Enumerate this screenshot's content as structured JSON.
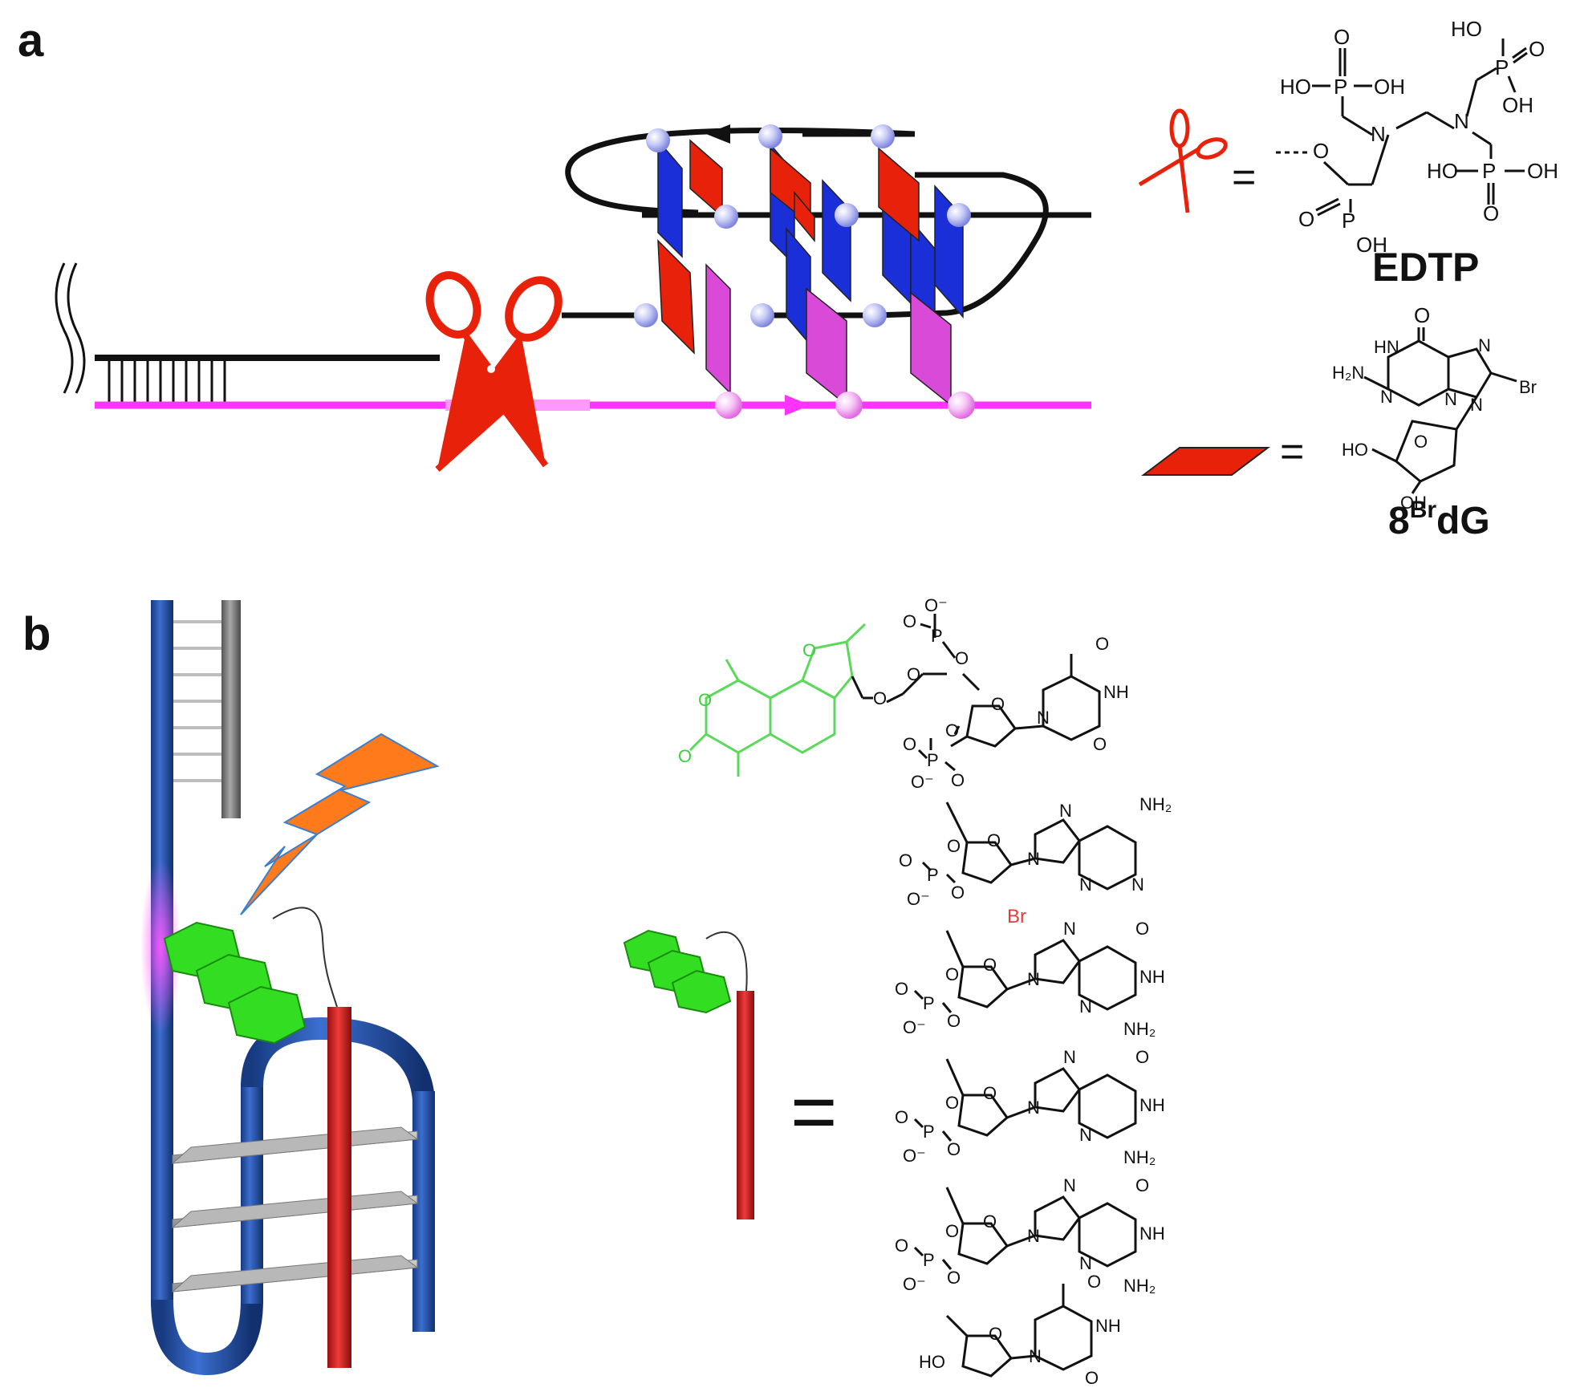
{
  "panel_a": {
    "label": "a",
    "edtp": {
      "name": "EDTP",
      "atoms": {
        "o_top1": "O",
        "p1": "P",
        "ho1": "HO",
        "oh1": "OH",
        "n1": "N",
        "n2": "N",
        "ho2": "HO",
        "p2": "P",
        "o2": "O",
        "oh2": "OH",
        "o_link": "O",
        "p3": "P",
        "o3": "O",
        "oh3": "OH",
        "ho4": "HO",
        "p4": "P",
        "oh4": "OH",
        "o4": "O"
      },
      "equals": "="
    },
    "br_dg": {
      "name_main": "8",
      "name_sup": "Br",
      "name_end": "dG",
      "equals": "=",
      "atoms": {
        "o_carbonyl": "O",
        "hn": "HN",
        "h2n": "H₂N",
        "n_a": "N",
        "n_b": "N",
        "n_c": "N",
        "n_d": "N",
        "br": "Br",
        "ho": "HO",
        "o_ring": "O",
        "oh": "OH"
      }
    }
  },
  "panel_b": {
    "label": "b",
    "equals": "=",
    "atoms": {
      "o_minus_top": "O⁻",
      "p1": "P",
      "o_eq1": "O",
      "o_b1": "O",
      "o_b2": "O",
      "o_link1": "O",
      "o_link2": "O",
      "o_coum": "O",
      "o_coum_ring": "O",
      "o_furan": "O",
      "t1_o1": "O",
      "t1_nh": "NH",
      "t1_n": "N",
      "t1_o2": "O",
      "t1_sugar_o": "O",
      "p2": "P",
      "o_m2": "O⁻",
      "o_p2a": "O",
      "o_p2b": "O",
      "o_p2c": "O",
      "a_n1": "N",
      "a_n2": "N",
      "a_n3": "N",
      "a_n4": "N",
      "a_nh2": "NH₂",
      "a_sugar_o": "O",
      "p3": "P",
      "o_m3": "O⁻",
      "o_p3a": "O",
      "o_p3b": "O",
      "o_p3c": "O",
      "g1_br": "Br",
      "g1_n1": "N",
      "g1_n2": "N",
      "g1_n3": "N",
      "g1_nh": "NH",
      "g1_nh2": "NH₂",
      "g1_o": "O",
      "g1_sugar_o": "O",
      "p4": "P",
      "o_m4": "O⁻",
      "o_p4a": "O",
      "o_p4b": "O",
      "o_p4c": "O",
      "g2_n1": "N",
      "g2_n2": "N",
      "g2_n3": "N",
      "g2_nh": "NH",
      "g2_nh2": "NH₂",
      "g2_o": "O",
      "g2_sugar_o": "O",
      "p5": "P",
      "o_m5": "O⁻",
      "o_p5a": "O",
      "o_p5b": "O",
      "o_p5c": "O",
      "g3_n1": "N",
      "g3_n2": "N",
      "g3_n3": "N",
      "g3_nh": "NH",
      "g3_nh2": "NH₂",
      "g3_o": "O",
      "g3_sugar_o": "O",
      "p6": "P",
      "o_m6": "O⁻",
      "o_p6a": "O",
      "o_p6b": "O",
      "o_p6c": "O",
      "t2_o1": "O",
      "t2_nh": "NH",
      "t2_n": "N",
      "t2_o2": "O",
      "t2_sugar_o": "O",
      "t2_ho": "HO"
    }
  },
  "colors": {
    "black_strand": "#111111",
    "magenta_strand": "#ff33ff",
    "blue_strand": "#1f4fa0",
    "red_tetrad": "#e8220a",
    "blue_tetrad": "#1a2fd8",
    "magenta_tetrad": "#d94ad9",
    "green_fluor": "#33dd22",
    "orange_bolt": "#ff7a1a"
  }
}
